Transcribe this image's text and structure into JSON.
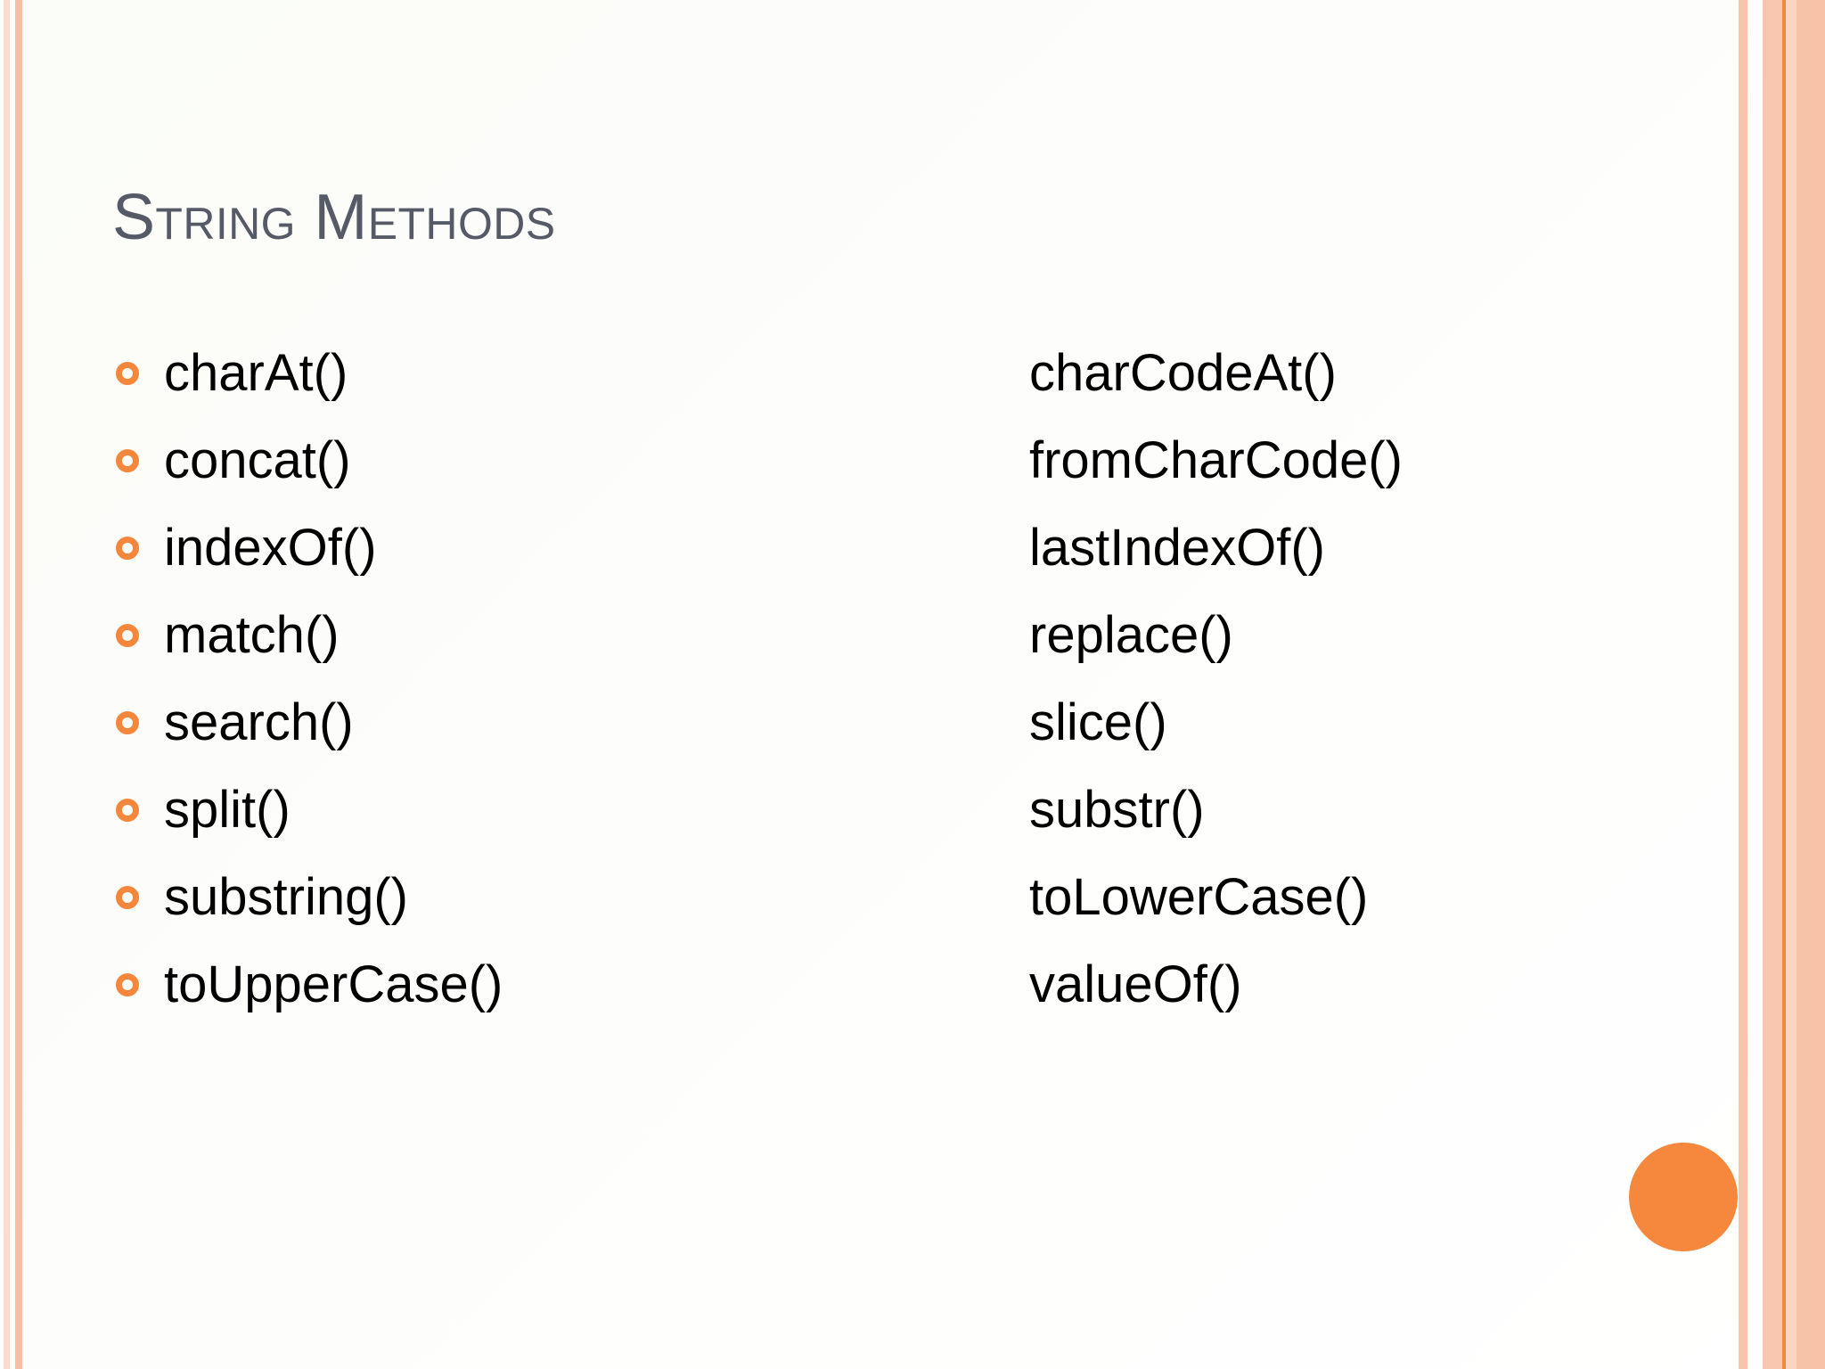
{
  "slide": {
    "title": "String Methods",
    "background_color": "#fbfdf8",
    "title_color": "#555a66",
    "accent_color": "#f5873c",
    "text_color": "#000000"
  },
  "content": {
    "left_column": [
      {
        "label": "charAt()",
        "bullet": "ring-bullet-icon"
      },
      {
        "label": "concat()",
        "bullet": "ring-bullet-icon"
      },
      {
        "label": "indexOf()",
        "bullet": "ring-bullet-icon"
      },
      {
        "label": "match()",
        "bullet": "ring-bullet-icon"
      },
      {
        "label": "search()",
        "bullet": "ring-bullet-icon"
      },
      {
        "label": "split()",
        "bullet": "ring-bullet-icon"
      },
      {
        "label": "substring()",
        "bullet": "ring-bullet-icon"
      },
      {
        "label": "toUpperCase()",
        "bullet": "ring-bullet-icon"
      }
    ],
    "right_column": [
      {
        "label": "charCodeAt()"
      },
      {
        "label": "fromCharCode()"
      },
      {
        "label": "lastIndexOf()"
      },
      {
        "label": "replace()"
      },
      {
        "label": "slice()"
      },
      {
        "label": "substr()"
      },
      {
        "label": "toLowerCase()"
      },
      {
        "label": "valueOf()"
      }
    ]
  },
  "decorations": {
    "corner_circle_color": "#f5883c",
    "left_stripes": [
      "#f8ddd0",
      "#f5bfa5"
    ],
    "right_stripes": [
      "#f8c4ab",
      "#f9c7af",
      "#f08a3c",
      "#fad5c0",
      "#f8c2a7"
    ]
  }
}
